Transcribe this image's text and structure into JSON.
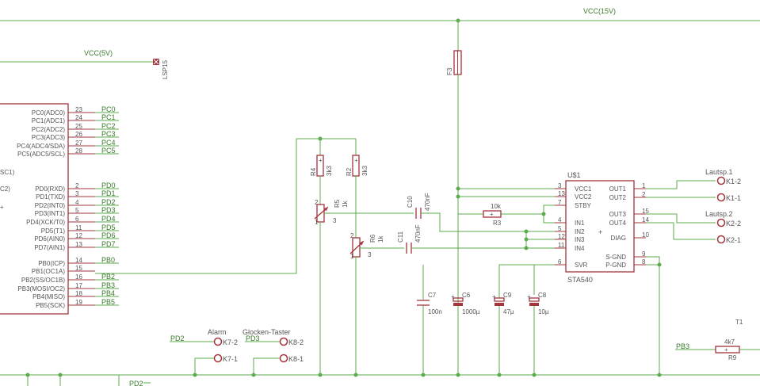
{
  "nets": {
    "vcc15": "VCC(15V)",
    "vcc5": "VCC(5V)",
    "lsp15": "LSP15"
  },
  "mcu": {
    "right_labels": [
      "PC0(ADC0)",
      "PC1(ADC1)",
      "PC2(ADC2)",
      "PC3(ADC3)",
      "PC4(ADC4/SDA)",
      "PC5(ADC5/SCL)",
      "PD0(RXD)",
      "PD1(TXD)",
      "PD2(INT0)",
      "PD3(INT1)",
      "PD4(XCK/T0)",
      "PD5(T1)",
      "PD6(AIN0)",
      "PD7(AIN1)",
      "PB0(ICP)",
      "PB1(OC1A)",
      "PB2(SS/OC1B)",
      "PB3(MOSI/OC2)",
      "PB4(MISO)",
      "PB5(SCK)"
    ],
    "pin_numbers": [
      "23",
      "24",
      "25",
      "26",
      "27",
      "28",
      "2",
      "3",
      "4",
      "5",
      "6",
      "11",
      "12",
      "13",
      "14",
      "15",
      "16",
      "17",
      "18",
      "19"
    ],
    "net_names": [
      "PC0",
      "PC1",
      "PC2",
      "PC3",
      "PC4",
      "PC5",
      "PD0",
      "PD1",
      "PD2",
      "PD3",
      "PD4",
      "PD5",
      "PD6",
      "PD7",
      "PB0",
      "",
      "PB2",
      "PB3",
      "PB4",
      "PB5"
    ],
    "clip_left_1": "SC1)",
    "clip_left_2": "C2)"
  },
  "amp": {
    "name": "U$1",
    "value": "STA540",
    "left_pins": [
      {
        "num": "3",
        "name": "VCC1"
      },
      {
        "num": "13",
        "name": "VCC2"
      },
      {
        "num": "7",
        "name": "STBY"
      },
      {
        "num": "4",
        "name": "IN1"
      },
      {
        "num": "5",
        "name": "IN2"
      },
      {
        "num": "12",
        "name": "IN3"
      },
      {
        "num": "11",
        "name": "IN4"
      },
      {
        "num": "6",
        "name": "SVR"
      }
    ],
    "right_pins": [
      {
        "num": "1",
        "name": "OUT1"
      },
      {
        "num": "2",
        "name": "OUT2"
      },
      {
        "num": "15",
        "name": "OUT3"
      },
      {
        "num": "14",
        "name": "OUT4"
      },
      {
        "num": "10",
        "name": "DIAG"
      },
      {
        "num": "9",
        "name": "S-GND"
      },
      {
        "num": "8",
        "name": "P-GND"
      }
    ]
  },
  "parts": {
    "F3": "F3",
    "R4": "R4",
    "R4v": "3k3",
    "R2": "R2",
    "R2v": "3k3",
    "R5": "R5",
    "R5v": "1k",
    "R6": "R6",
    "R6v": "1k",
    "C10": "C10",
    "C10v": "470nF",
    "C11": "C11",
    "C11v": "470nF",
    "R3": "R3",
    "R3v": "10k",
    "C7": "C7",
    "C7v": "100n",
    "C6": "C6",
    "C6v": "1000µ",
    "C9": "C9",
    "C9v": "47µ",
    "C8": "C8",
    "C8v": "10µ",
    "R9": "R9",
    "R9v": "4k7",
    "T1": "T1"
  },
  "connectors": {
    "lautsp1": "Lautsp.1",
    "lautsp2": "Lautsp.2",
    "k1_2": "K1-2",
    "k1_1": "K1-1",
    "k2_2": "K2-2",
    "k2_1": "K2-1",
    "alarm": "Alarm",
    "glocken": "Glocken-Taster",
    "k7_2": "K7-2",
    "k7_1": "K7-1",
    "k8_2": "K8-2",
    "k8_1": "K8-1",
    "pd2": "PD2",
    "pd3": "PD3",
    "pb3": "PB3",
    "bottom_clip": "PD2"
  },
  "pot_pins": {
    "r5_1": "1",
    "r5_2": "2",
    "r5_3": "3",
    "r6_1": "1",
    "r6_2": "2",
    "r6_3": "3"
  }
}
